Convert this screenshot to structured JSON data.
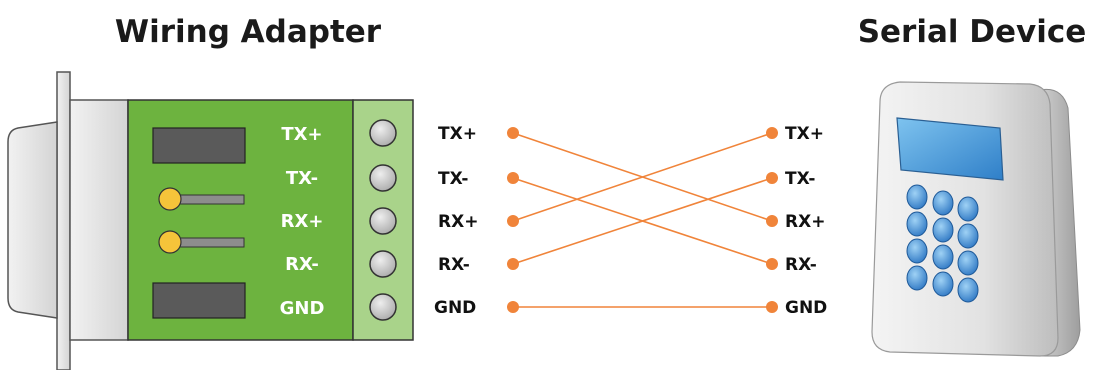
{
  "colors": {
    "wire": "#f0843a",
    "board": "#6db33f",
    "terminal": "#a9d38a",
    "title": "#1a1a1a"
  },
  "titles": {
    "adapter": "Wiring Adapter",
    "device": "Serial Device"
  },
  "adapter_pins": [
    "TX+",
    "TX-",
    "RX+",
    "RX-",
    "GND"
  ],
  "left_pins": [
    "TX+",
    "TX-",
    "RX+",
    "RX-",
    "GND"
  ],
  "right_pins": [
    "TX+",
    "TX-",
    "RX+",
    "RX-",
    "GND"
  ],
  "connections": [
    {
      "from": "TX+",
      "to": "RX+"
    },
    {
      "from": "TX-",
      "to": "RX-"
    },
    {
      "from": "RX+",
      "to": "TX+"
    },
    {
      "from": "RX-",
      "to": "TX-"
    },
    {
      "from": "GND",
      "to": "GND"
    }
  ],
  "icons": {
    "adapter": "db9-wiring-adapter-icon",
    "device": "serial-keypad-device-icon"
  }
}
